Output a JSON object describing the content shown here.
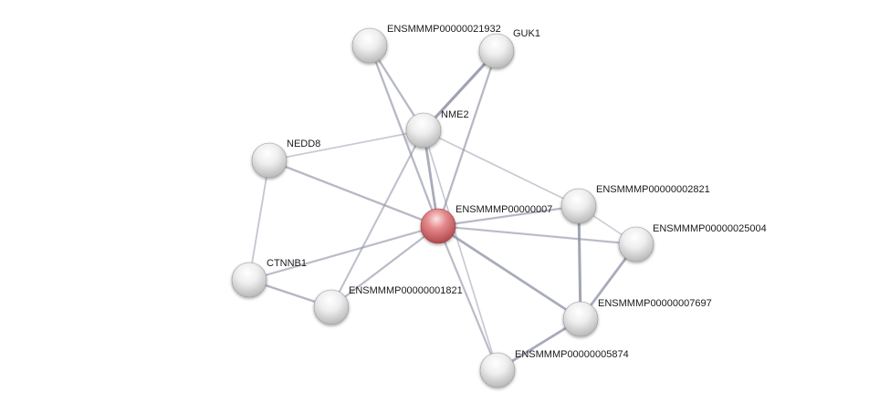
{
  "colors": {
    "node_default": "#e6e6e6",
    "node_query": "#d9686c",
    "edge": "#8c90a3"
  },
  "nodes": [
    {
      "id": "query",
      "label": "ENSMMMP00000007",
      "query": true
    },
    {
      "id": "n21932",
      "label": "ENSMMMP00000021932"
    },
    {
      "id": "guk1",
      "label": "GUK1"
    },
    {
      "id": "nme2",
      "label": "NME2"
    },
    {
      "id": "nedd8",
      "label": "NEDD8"
    },
    {
      "id": "n2821",
      "label": "ENSMMMP00000002821"
    },
    {
      "id": "n25004",
      "label": "ENSMMMP00000025004"
    },
    {
      "id": "ctnnb1",
      "label": "CTNNB1"
    },
    {
      "id": "n1821",
      "label": "ENSMMMP00000001821"
    },
    {
      "id": "n7697",
      "label": "ENSMMMP00000007697"
    },
    {
      "id": "n5874",
      "label": "ENSMMMP00000005874"
    }
  ],
  "edges": [
    {
      "from": "n21932",
      "to": "nme2",
      "strength": 0.55
    },
    {
      "from": "n21932",
      "to": "query",
      "strength": 0.55
    },
    {
      "from": "guk1",
      "to": "nme2",
      "strength": 0.9
    },
    {
      "from": "guk1",
      "to": "query",
      "strength": 0.55
    },
    {
      "from": "nme2",
      "to": "query",
      "strength": 0.75
    },
    {
      "from": "nme2",
      "to": "nedd8",
      "strength": 0.3
    },
    {
      "from": "nme2",
      "to": "n2821",
      "strength": 0.3
    },
    {
      "from": "nme2",
      "to": "n1821",
      "strength": 0.45
    },
    {
      "from": "nme2",
      "to": "n5874",
      "strength": 0.3
    },
    {
      "from": "nedd8",
      "to": "query",
      "strength": 0.55
    },
    {
      "from": "nedd8",
      "to": "ctnnb1",
      "strength": 0.35
    },
    {
      "from": "ctnnb1",
      "to": "query",
      "strength": 0.5
    },
    {
      "from": "ctnnb1",
      "to": "n1821",
      "strength": 0.6
    },
    {
      "from": "n1821",
      "to": "query",
      "strength": 0.5
    },
    {
      "from": "query",
      "to": "n2821",
      "strength": 0.55
    },
    {
      "from": "query",
      "to": "n25004",
      "strength": 0.5
    },
    {
      "from": "query",
      "to": "n7697",
      "strength": 0.75
    },
    {
      "from": "query",
      "to": "n5874",
      "strength": 0.5
    },
    {
      "from": "n2821",
      "to": "n25004",
      "strength": 0.25
    },
    {
      "from": "n2821",
      "to": "n7697",
      "strength": 0.85
    },
    {
      "from": "n25004",
      "to": "n7697",
      "strength": 0.75
    },
    {
      "from": "n7697",
      "to": "n5874",
      "strength": 0.75
    }
  ]
}
